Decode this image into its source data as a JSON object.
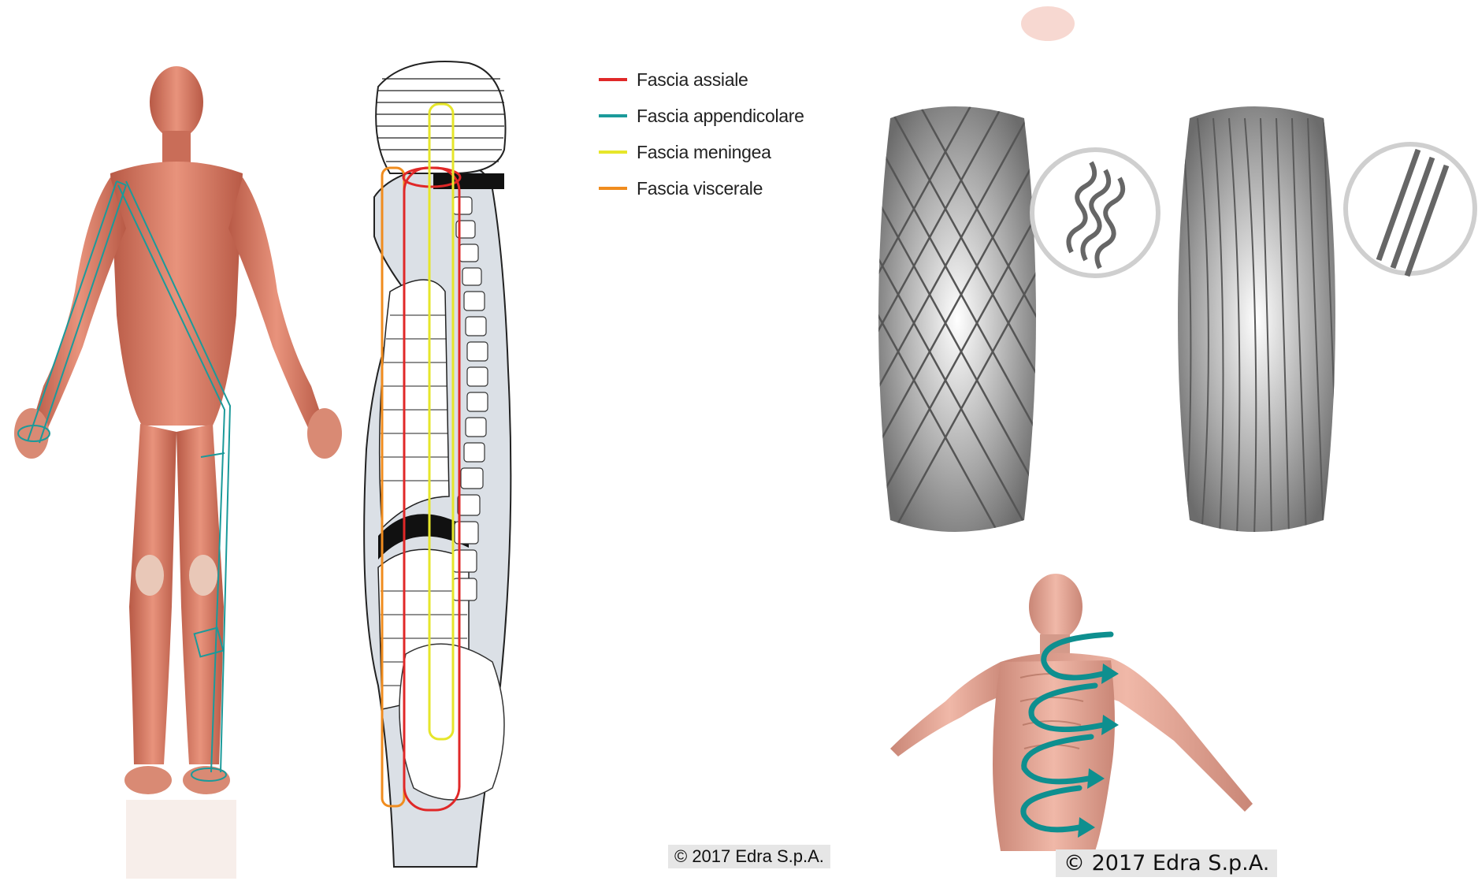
{
  "legend": {
    "items": [
      {
        "label": "Fascia assiale",
        "color": "#e02828"
      },
      {
        "label": "Fascia appendicolare",
        "color": "#1b9a9a"
      },
      {
        "label": "Fascia meningea",
        "color": "#e6e62a"
      },
      {
        "label": "Fascia viscerale",
        "color": "#f08c1e"
      }
    ]
  },
  "copyright_left": "© 2017 Edra S.p.A.",
  "copyright_right": "© 2017 Edra S.p.A.",
  "colors": {
    "muscle": "#d9806a",
    "muscle_dark": "#b65a45",
    "appendicular": "#1b9a9a",
    "helix_arrow": "#0e8f8f",
    "fascia_gray": "#6c6c6c"
  }
}
